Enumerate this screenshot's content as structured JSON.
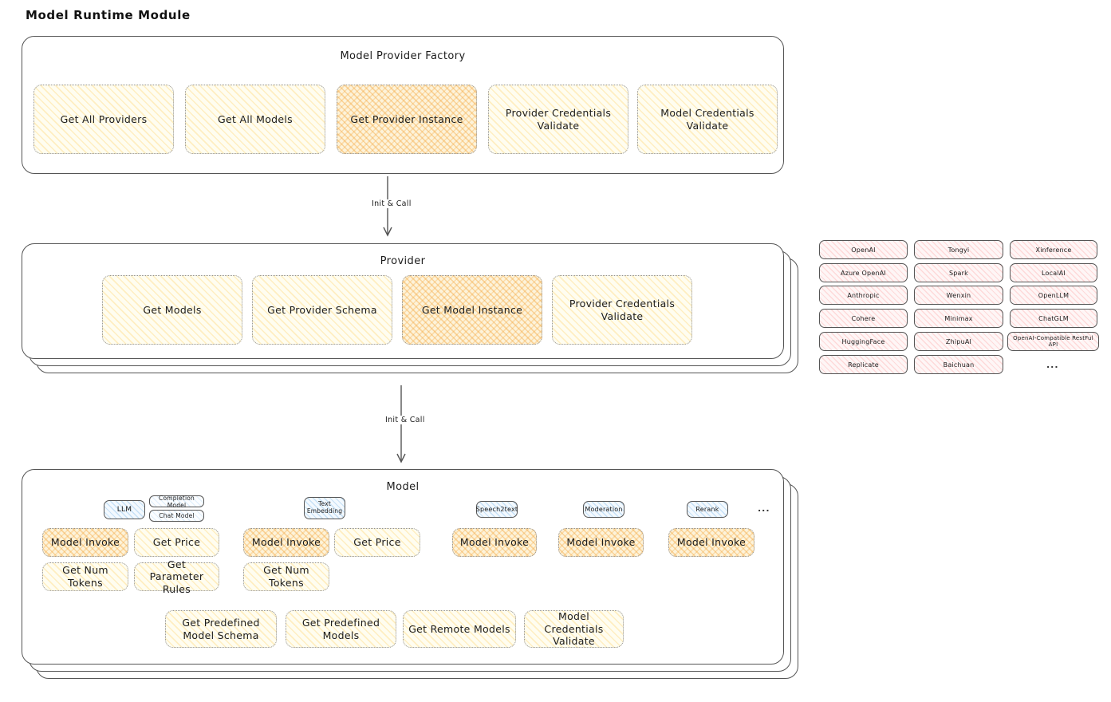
{
  "page_title": "Model Runtime Module",
  "factory": {
    "title": "Model Provider Factory",
    "boxes": [
      "Get All Providers",
      "Get All Models",
      "Get Provider Instance",
      "Provider Credentials Validate",
      "Model Credentials Validate"
    ],
    "highlighted_box": "Get Provider Instance"
  },
  "arrow1": {
    "label": "Init & Call"
  },
  "arrow2": {
    "label": "Init & Call"
  },
  "provider": {
    "title": "Provider",
    "boxes": [
      "Get Models",
      "Get Provider Schema",
      "Get Model Instance",
      "Provider Credentials Validate"
    ],
    "highlighted_box": "Get Model Instance"
  },
  "provider_list": {
    "columns": [
      [
        "OpenAI",
        "Azure OpenAI",
        "Anthropic",
        "Cohere",
        "HuggingFace",
        "Replicate"
      ],
      [
        "Tongyi",
        "Spark",
        "Wenxin",
        "Minimax",
        "ZhipuAI",
        "Baichuan"
      ],
      [
        "Xinference",
        "LocalAI",
        "OpenLLM",
        "ChatGLM",
        "OpenAI-Compatible RestFul API"
      ]
    ],
    "ellipsis": "..."
  },
  "model": {
    "title": "Model",
    "groups": [
      {
        "tab": "LLM",
        "subtabs": [
          "Completion Model",
          "Chat Model"
        ],
        "row1": [
          "Model Invoke",
          "Get Price"
        ],
        "row2": [
          "Get Num Tokens",
          "Get Parameter Rules"
        ]
      },
      {
        "tab": "Text Embedding",
        "row1": [
          "Model Invoke",
          "Get Price"
        ],
        "row2": [
          "Get Num Tokens"
        ]
      },
      {
        "tab": "Speech2text",
        "row1": [
          "Model Invoke"
        ]
      },
      {
        "tab": "Moderation",
        "row1": [
          "Model Invoke"
        ]
      },
      {
        "tab": "Rerank",
        "row1": [
          "Model Invoke"
        ]
      }
    ],
    "tabs_ellipsis": "...",
    "bottom_boxes": [
      "Get Predefined Model Schema",
      "Get Predefined Models",
      "Get Remote Models",
      "Model Credentials Validate"
    ]
  },
  "colors": {
    "background": "#ffffff",
    "stroke": "#555555",
    "text": "#1c1c1c",
    "yellow_box_fill": "#fffdf0",
    "yellow_hatch": "#ffd574",
    "highlight_box_fill": "#fdf3da",
    "highlight_hatch": "#f4a63d",
    "provider_chip_fill": "#fef6f6",
    "provider_chip_hatch": "#ff9696",
    "tab_fill": "#f3f9fe",
    "tab_hatch": "#7db9eb"
  }
}
